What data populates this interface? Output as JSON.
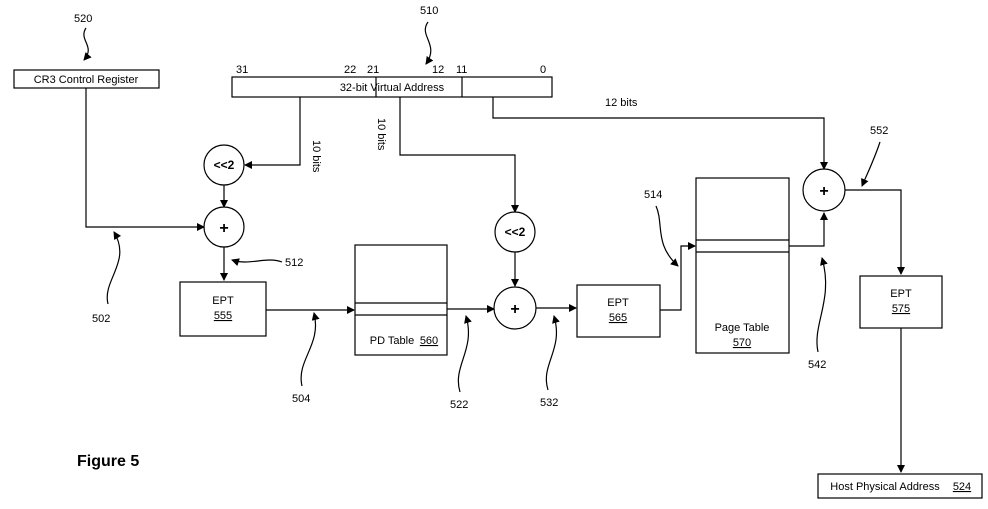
{
  "figure_label": "Figure 5",
  "cr3": {
    "label": "CR3 Control Register",
    "ref": "520"
  },
  "va": {
    "label": "32-bit Virtual Address",
    "ref": "510",
    "bits": {
      "b31": "31",
      "b22": "22",
      "b21": "21",
      "b12": "12",
      "b11": "11",
      "b0": "0"
    }
  },
  "edge_labels": {
    "left_10bits": "10 bits",
    "mid_10bits": "10 bits",
    "right_12bits": "12 bits"
  },
  "ops": {
    "shift1": "<<2",
    "shift2": "<<2",
    "add1": "+",
    "add2": "+",
    "add3": "+"
  },
  "ept1": {
    "title": "EPT",
    "num": "555"
  },
  "ept2": {
    "title": "EPT",
    "num": "565"
  },
  "ept3": {
    "title": "EPT",
    "num": "575"
  },
  "pd_table": {
    "label": "PD Table",
    "num": "560"
  },
  "page_table": {
    "label": "Page Table",
    "num": "570"
  },
  "host_pa": {
    "label": "Host Physical Address",
    "num": "524"
  },
  "refs": {
    "r502": "502",
    "r504": "504",
    "r512": "512",
    "r514": "514",
    "r522": "522",
    "r532": "532",
    "r542": "542",
    "r552": "552"
  }
}
